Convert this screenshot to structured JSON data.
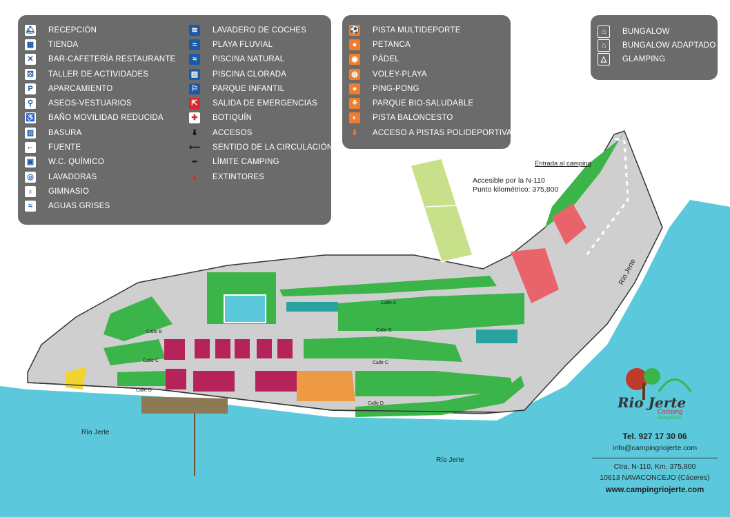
{
  "legend_main_left": [
    {
      "icon": "reception-icon",
      "label": "RECEPCIÓN"
    },
    {
      "icon": "shop-icon",
      "label": "TIENDA"
    },
    {
      "icon": "restaurant-icon",
      "label": "BAR-CAFETERÍA RESTAURANTE"
    },
    {
      "icon": "dice-icon",
      "label": "TALLER DE ACTIVIDADES"
    },
    {
      "icon": "parking-icon",
      "label": "APARCAMIENTO"
    },
    {
      "icon": "toilets-icon",
      "label": "ASEOS-VESTUARIOS"
    },
    {
      "icon": "wheelchair-icon",
      "label": "BAÑO MOVILIDAD REDUCIDA"
    },
    {
      "icon": "trash-icon",
      "label": "BASURA"
    },
    {
      "icon": "tap-icon",
      "label": "FUENTE"
    },
    {
      "icon": "chemical-wc-icon",
      "label": "W.C. QUÍMICO"
    },
    {
      "icon": "laundry-icon",
      "label": "LAVADORAS"
    },
    {
      "icon": "gym-icon",
      "label": "GIMNASIO"
    },
    {
      "icon": "grey-water-icon",
      "label": "AGUAS GRISES"
    }
  ],
  "legend_main_right": [
    {
      "icon": "car-wash-icon",
      "label": "LAVADERO DE COCHES",
      "style": "blue"
    },
    {
      "icon": "river-pool-icon",
      "label": "PLAYA FLUVIAL",
      "style": "blue"
    },
    {
      "icon": "natural-pool-icon",
      "label": "PISCINA NATURAL",
      "style": "blue"
    },
    {
      "icon": "chlorine-pool-icon",
      "label": "PISCINA CLORADA",
      "style": "blue"
    },
    {
      "icon": "playground-icon",
      "label": "PARQUE INFANTIL",
      "style": "blue"
    },
    {
      "icon": "emergency-exit-icon",
      "label": "SALIDA DE EMERGENCIAS",
      "style": "red"
    },
    {
      "icon": "first-aid-icon",
      "label": "BOTIQUÍN",
      "style": "white"
    },
    {
      "icon": "access-arrow-icon",
      "label": "ACCESOS",
      "style": "plain"
    },
    {
      "icon": "traffic-direction-icon",
      "label": "SENTIDO DE LA CIRCULACIÓN",
      "style": "plain"
    },
    {
      "icon": "boundary-line-icon",
      "label": "LÍMITE CAMPING",
      "style": "plain"
    },
    {
      "icon": "fire-extinguisher-icon",
      "label": "EXTINTORES",
      "style": "plain"
    }
  ],
  "legend_sports": [
    {
      "icon": "multisport-court-icon",
      "label": "PISTA MULTIDEPORTE"
    },
    {
      "icon": "petanque-icon",
      "label": "PETANCA"
    },
    {
      "icon": "padel-icon",
      "label": "PÁDEL"
    },
    {
      "icon": "beach-volley-icon",
      "label": "VOLEY-PLAYA"
    },
    {
      "icon": "ping-pong-icon",
      "label": "PING-PONG"
    },
    {
      "icon": "bio-park-icon",
      "label": "PARQUE BIO-SALUDABLE"
    },
    {
      "icon": "basketball-court-icon",
      "label": "PISTA BALONCESTO"
    },
    {
      "icon": "sports-access-icon",
      "label": "ACCESO A PISTAS POLIDEPORTIVAS"
    }
  ],
  "legend_lodging": [
    {
      "icon": "bungalow-icon",
      "label": "BUNGALOW"
    },
    {
      "icon": "adapted-bungalow-icon",
      "label": "BUNGALOW ADAPTADO"
    },
    {
      "icon": "glamping-icon",
      "label": "GLAMPING"
    }
  ],
  "map": {
    "entrance_label": "Entrada al camping",
    "access_line1": "Accesible por la N-110",
    "access_line2": "Punto kilométrico: 375,800",
    "river_labels": [
      "Río Jerte",
      "Río Jerte",
      "Río Jerte"
    ],
    "streets": [
      "Calle A",
      "Calle B",
      "Calle B",
      "Calle C",
      "Calle C",
      "Calle D",
      "Calle D"
    ]
  },
  "contact": {
    "logo_main": "Rio Jerte",
    "logo_sub1": "Camping",
    "logo_sub2": "Bungalows",
    "phone": "Tel. 927 17 30 06",
    "email": "info@campingriojerte.com",
    "address1": "Ctra. N-110, Km. 375,800",
    "address2": "10613 NAVACONCEJO (Cáceres)",
    "web": "www.campingriojerte.com"
  },
  "colors": {
    "river": "#5bc8dc",
    "pitch": "#3bb54a",
    "legend_bg": "#6b6b6b",
    "sport": "#ee7d2e",
    "bungalow": "#b5235a",
    "restaurant": "#e8646a"
  }
}
